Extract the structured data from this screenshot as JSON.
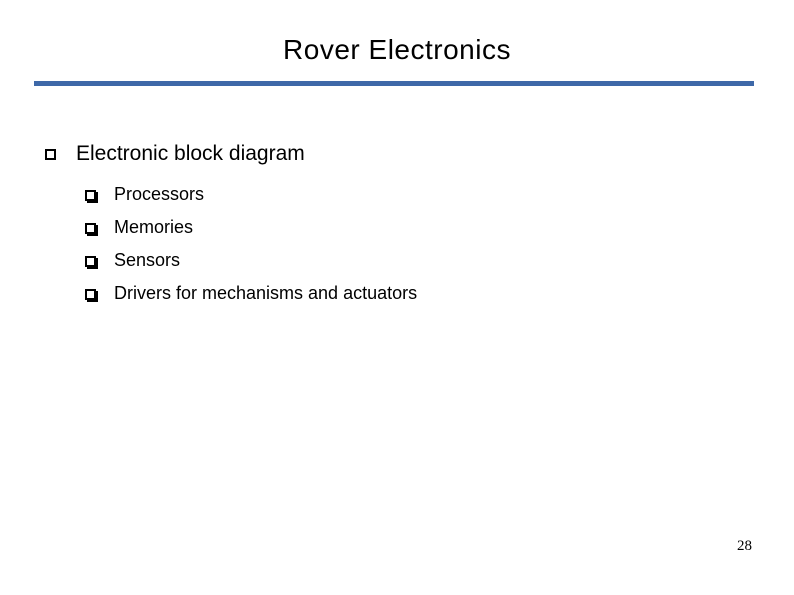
{
  "slide": {
    "title": "Rover Electronics",
    "accent_color": "#3E68A8",
    "bullet_item": "Electronic block diagram",
    "sub_items": [
      "Processors",
      "Memories",
      "Sensors",
      "Drivers for mechanisms and actuators"
    ],
    "bullet_icons": {
      "level1": "hollow-square-bullet",
      "level2": "drop-shadow-square-bullet"
    },
    "page_number": "28"
  }
}
